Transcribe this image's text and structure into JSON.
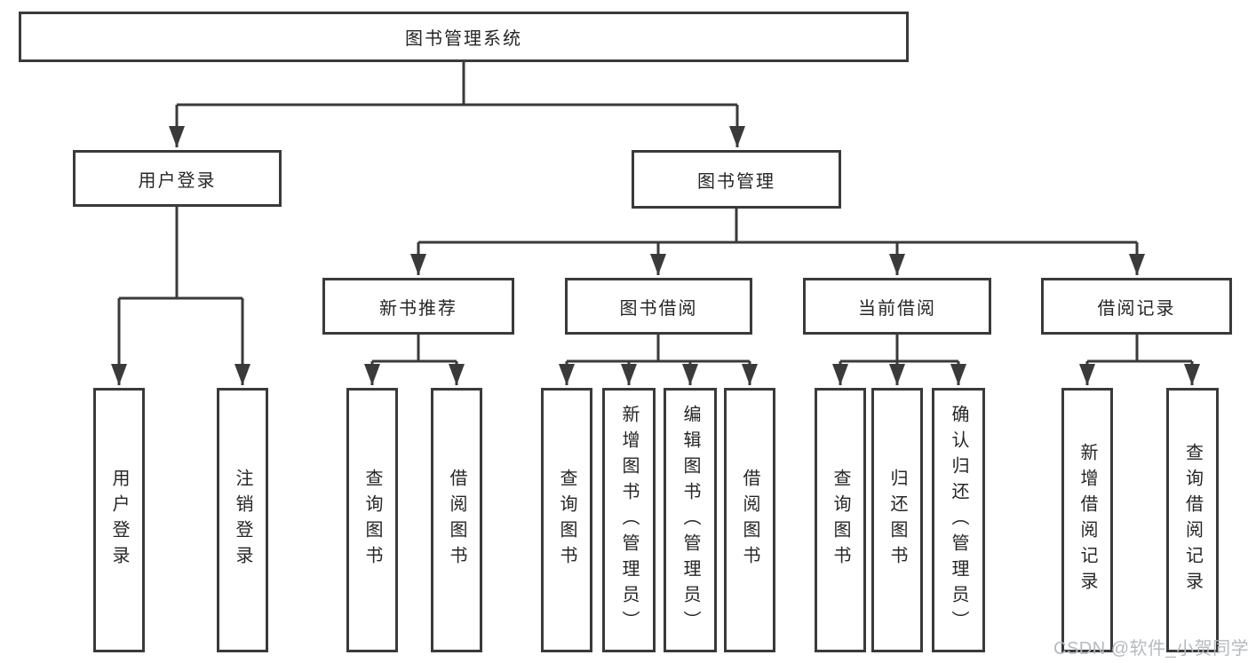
{
  "diagram": {
    "root": {
      "label": "图书管理系统"
    },
    "branches": [
      {
        "label": "用户登录",
        "children": [
          {
            "label": "用户登录"
          },
          {
            "label": "注销登录"
          }
        ]
      },
      {
        "label": "图书管理",
        "children": [
          {
            "label": "新书推荐",
            "children": [
              {
                "label": "查询图书"
              },
              {
                "label": "借阅图书"
              }
            ]
          },
          {
            "label": "图书借阅",
            "children": [
              {
                "label": "查询图书"
              },
              {
                "label": "新增图书（管理员）"
              },
              {
                "label": "编辑图书（管理员）"
              },
              {
                "label": "借阅图书"
              }
            ]
          },
          {
            "label": "当前借阅",
            "children": [
              {
                "label": "查询图书"
              },
              {
                "label": "归还图书"
              },
              {
                "label": "确认归还（管理员）"
              }
            ]
          },
          {
            "label": "借阅记录",
            "children": [
              {
                "label": "新增借阅记录"
              },
              {
                "label": "查询借阅记录"
              }
            ]
          }
        ]
      }
    ]
  },
  "watermark": {
    "label": "CSDN @软件_小贺同学"
  },
  "colors": {
    "line": "#3a3a3a",
    "text": "#262626",
    "background": "#ffffff",
    "watermark": "#b6bac0"
  }
}
